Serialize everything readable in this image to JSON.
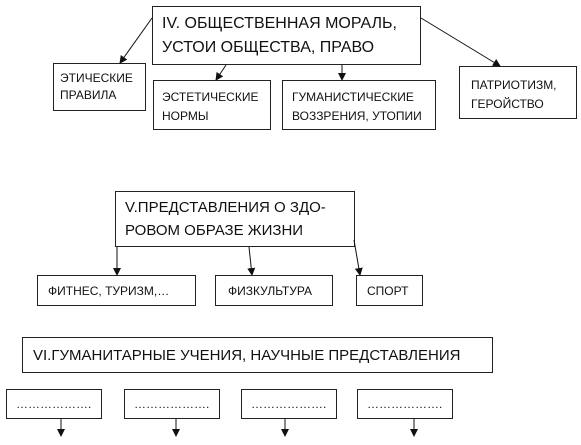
{
  "section4": {
    "title": "IV. ОБЩЕСТВЕННАЯ МОРАЛЬ,\nУСТОИ ОБЩЕСТВА, ПРАВО",
    "children": [
      "ЭТИЧЕСКИЕ\nПРАВИЛА",
      "ЭСТЕТИЧЕСКИЕ\nНОРМЫ",
      "ГУМАНИСТИЧЕСКИЕ\nВОЗЗРЕНИЯ, УТОПИИ",
      "ПАТРИОТИЗМ,\nГЕРОЙСТВО"
    ]
  },
  "section5": {
    "title": "V.ПРЕДСТАВЛЕНИЯ  О ЗДО-\nРОВОМ  ОБРАЗЕ  ЖИЗНИ",
    "children": [
      "ФИТНЕС, ТУРИЗМ,…",
      "ФИЗКУЛЬТУРА",
      "СПОРТ"
    ]
  },
  "section6": {
    "title": "VI.ГУМАНИТАРНЫЕ УЧЕНИЯ, НАУЧНЫЕ  ПРЕДСТАВЛЕНИЯ",
    "children": [
      "……………….",
      "……………….",
      "……………….",
      "………………."
    ]
  }
}
